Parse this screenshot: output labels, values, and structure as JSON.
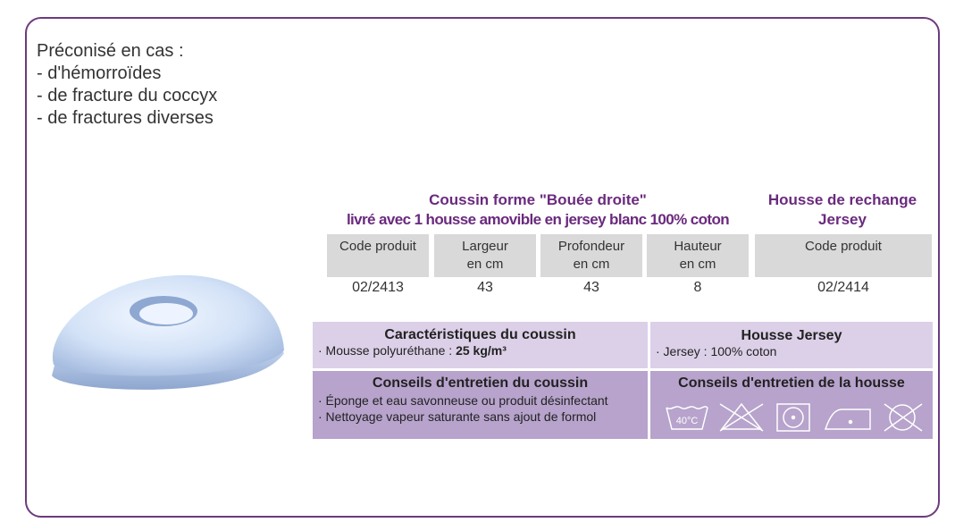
{
  "intro": {
    "heading": "Préconisé en cas :",
    "items": [
      "- d'hémorroïdes",
      "- de fracture du coccyx",
      "- de fractures diverses"
    ]
  },
  "product": {
    "title_line1": "Coussin forme \"Bouée droite\"",
    "title_line2": "livré avec 1 housse amovible en jersey blanc 100% coton",
    "cover_title_line1": "Housse de rechange",
    "cover_title_line2": "Jersey"
  },
  "table": {
    "headers": [
      {
        "line1": "Code produit",
        "line2": ""
      },
      {
        "line1": "Largeur",
        "line2": "en cm"
      },
      {
        "line1": "Profondeur",
        "line2": "en cm"
      },
      {
        "line1": "Hauteur",
        "line2": "en cm"
      },
      {
        "line1": "Code produit",
        "line2": ""
      }
    ],
    "values": [
      "02/2413",
      "43",
      "43",
      "8",
      "02/2414"
    ]
  },
  "characteristics": {
    "title": "Caractéristiques du coussin",
    "line_prefix": "· Mousse polyuréthane : ",
    "line_value": "25 kg/m³"
  },
  "jersey": {
    "title": "Housse Jersey",
    "line": "· Jersey : 100% coton"
  },
  "care_cushion": {
    "title": "Conseils d'entretien du coussin",
    "lines": [
      "· Éponge et eau savonneuse ou produit désinfectant",
      "· Nettoyage vapeur saturante sans ajout de formol"
    ]
  },
  "care_cover": {
    "title": "Conseils d'entretien de la housse",
    "wash_temp": "40°C",
    "icons": [
      "wash-40-icon",
      "no-bleach-icon",
      "tumble-dry-icon",
      "iron-low-icon",
      "no-dry-clean-icon"
    ]
  },
  "colors": {
    "frame": "#6d3a7f",
    "title": "#6a2a7e",
    "header_gray": "#d9d9d9",
    "light_purple": "#dcd0e8",
    "dark_purple": "#b7a3cc"
  }
}
